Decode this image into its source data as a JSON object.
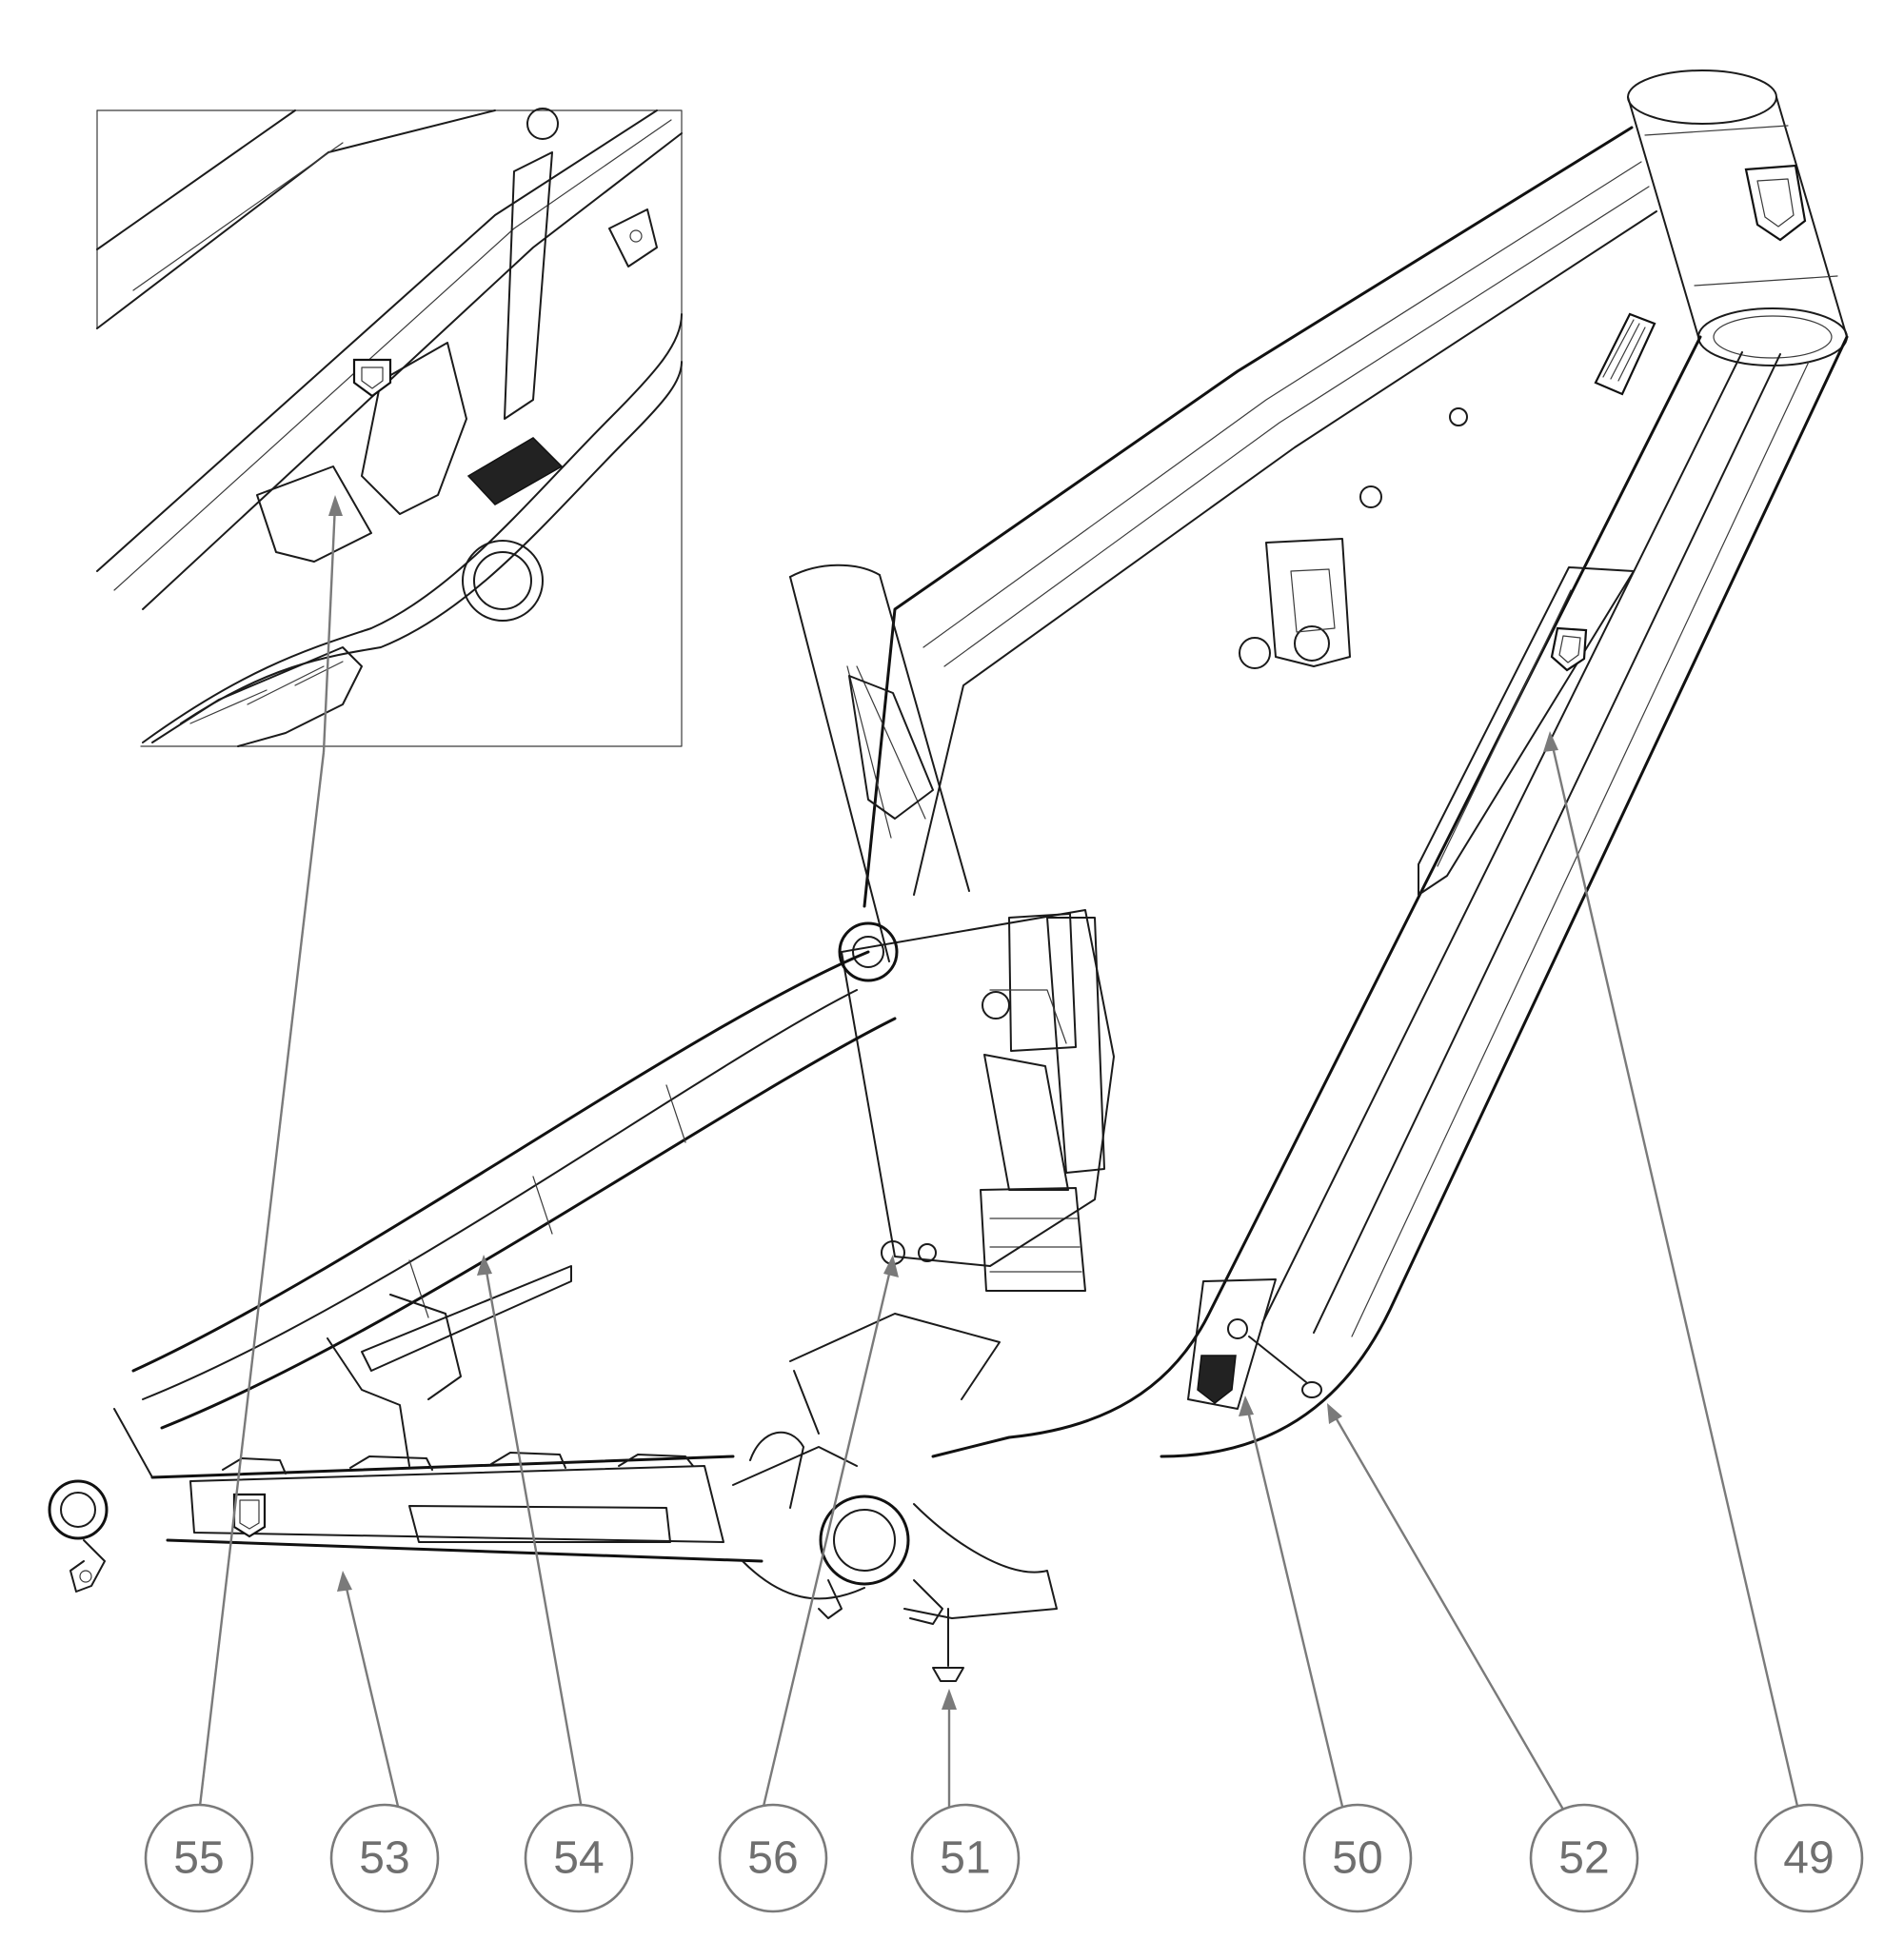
{
  "callouts": [
    {
      "id": "55",
      "label": "55"
    },
    {
      "id": "53",
      "label": "53"
    },
    {
      "id": "54",
      "label": "54"
    },
    {
      "id": "56",
      "label": "56"
    },
    {
      "id": "51",
      "label": "51"
    },
    {
      "id": "50",
      "label": "50"
    },
    {
      "id": "52",
      "label": "52"
    },
    {
      "id": "49",
      "label": "49"
    }
  ],
  "colors": {
    "line": "#1b1b1b",
    "callout": "#7a7a7a",
    "background": "#ffffff"
  },
  "icons": {
    "frame_badge": "shield-logo-icon",
    "screw": "screw-icon"
  }
}
